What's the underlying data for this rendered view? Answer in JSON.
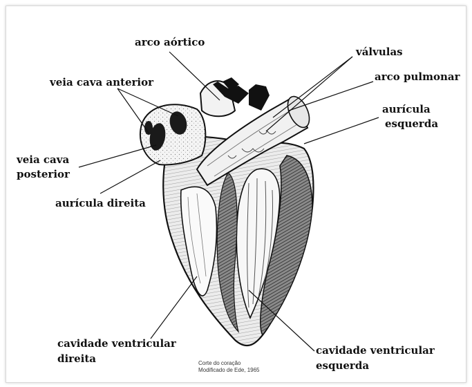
{
  "labels": {
    "arco_aortico": "arco aórtico",
    "valvulas": "válvulas",
    "arco_pulmonar": "arco pulmonar",
    "veia_cava_anterior": "veia cava anterior",
    "auricula_esquerda_1": "aurícula",
    "auricula_esquerda_2": "esquerda",
    "veia_cava_posterior_1": "veia cava",
    "veia_cava_posterior_2": "posterior",
    "auricula_direita": "aurícula direita",
    "cavidade_ventricular_direita_1": "cavidade ventricular",
    "cavidade_ventricular_direita_2": "direita",
    "cavidade_ventricular_esquerda_1": "cavidade ventricular",
    "cavidade_ventricular_esquerda_2": "esquerda"
  },
  "caption": {
    "line1": "Corte do coração",
    "line2": "Modificado de Ede, 1965"
  }
}
